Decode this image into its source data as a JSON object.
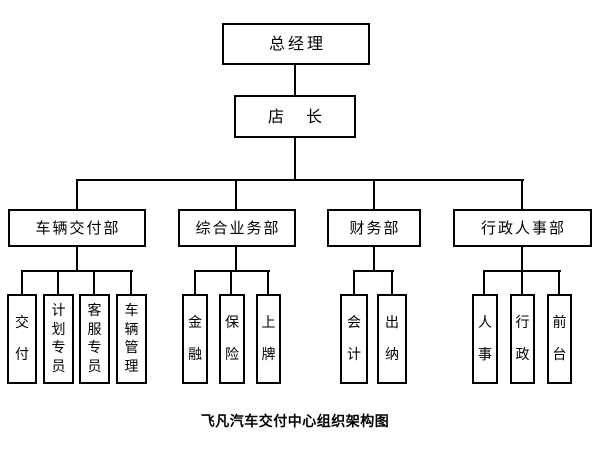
{
  "colors": {
    "background": "#ffffff",
    "line": "#000000",
    "box_fill": "#ffffff",
    "text": "#000000"
  },
  "caption": "飞凡汽车交付中心组织架构图",
  "org": {
    "root": {
      "label": "总经理"
    },
    "manager": {
      "label": "店　长"
    },
    "departments": [
      {
        "label": "车辆交付部",
        "children": [
          "交付",
          "计划专员",
          "客服专员",
          "车辆管理"
        ]
      },
      {
        "label": "综合业务部",
        "children": [
          "金融",
          "保险",
          "上牌"
        ]
      },
      {
        "label": "财务部",
        "children": [
          "会计",
          "出纳"
        ]
      },
      {
        "label": "行政人事部",
        "children": [
          "人事",
          "行政",
          "前台"
        ]
      }
    ]
  }
}
